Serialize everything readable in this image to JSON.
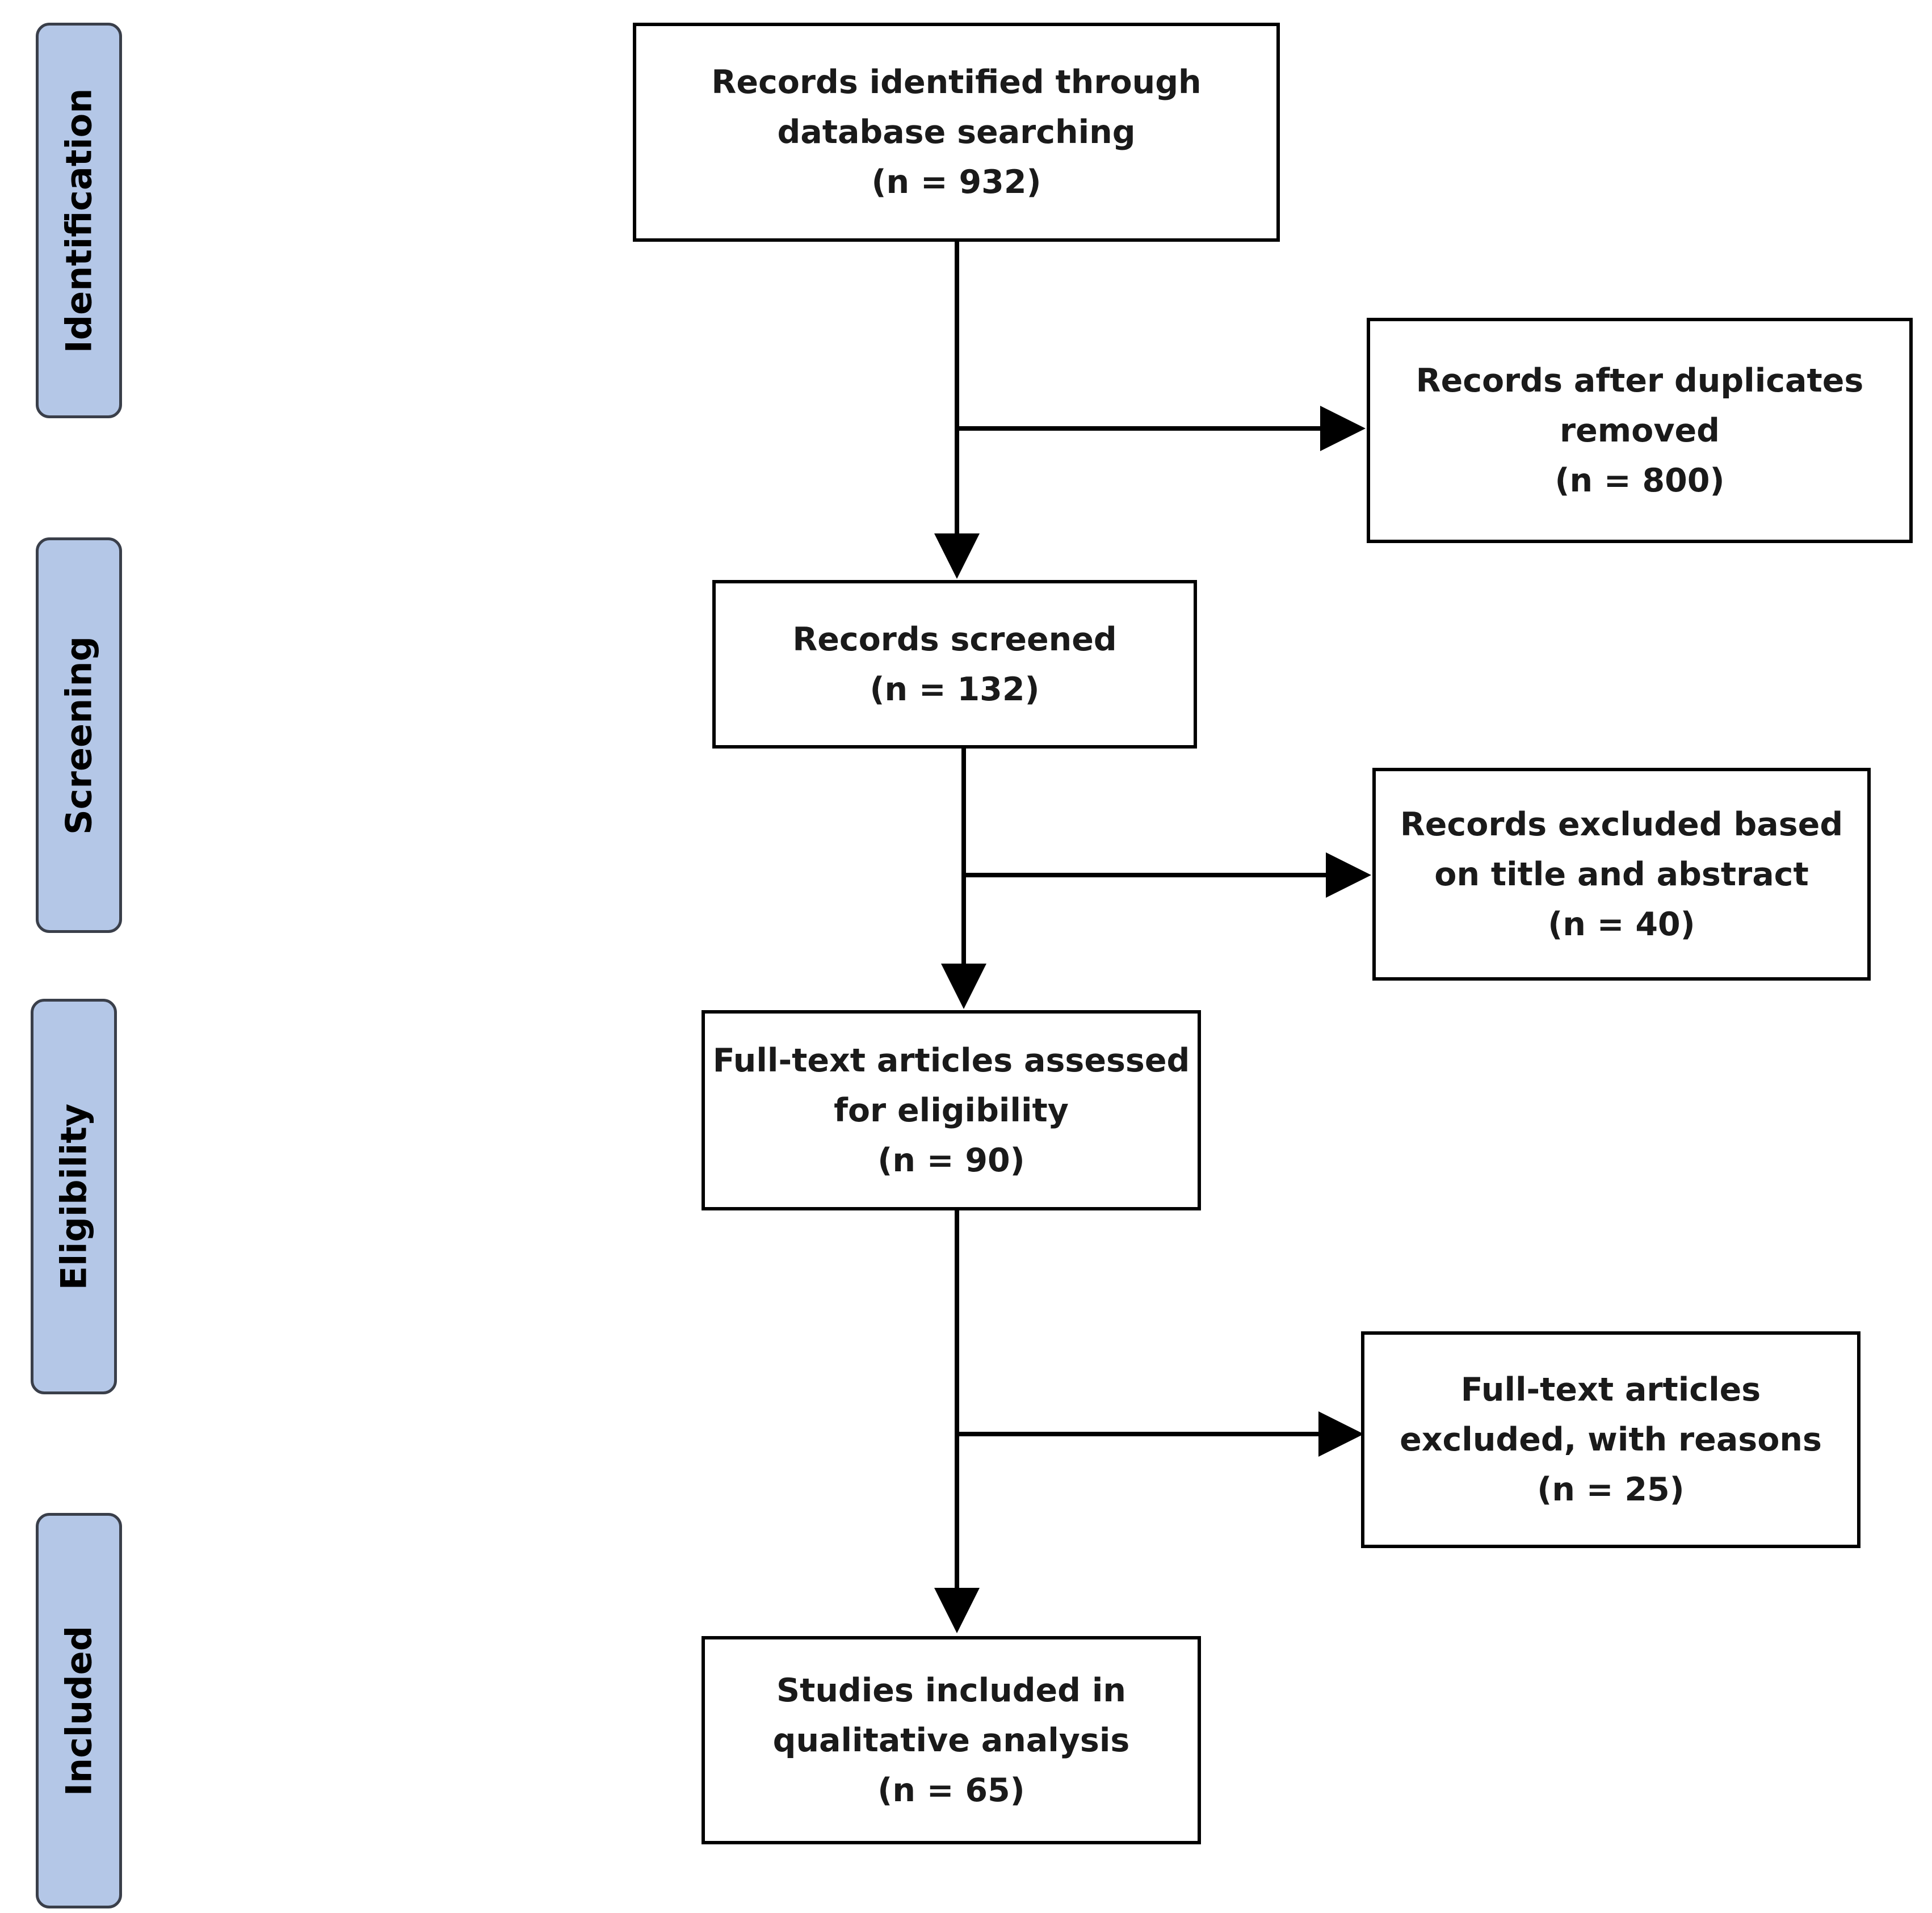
{
  "phases": {
    "identification": "Identification",
    "screening": "Screening",
    "eligibility": "Eligibility",
    "included": "Included"
  },
  "boxes": {
    "identified": {
      "line1": "Records identified through",
      "line2": "database searching",
      "count": "(n = 932)"
    },
    "duplicates_removed": {
      "line1": "Records after duplicates",
      "line2": "removed",
      "count": "(n = 800)"
    },
    "screened": {
      "line1": "Records screened",
      "count": "(n = 132)"
    },
    "excluded_title_abstract": {
      "line1": "Records excluded based",
      "line2": "on title and abstract",
      "count": "(n = 40)"
    },
    "full_text_assessed": {
      "line1": "Full-text articles assessed",
      "line2": "for eligibility",
      "count": "(n = 90)"
    },
    "full_text_excluded": {
      "line1": "Full-text articles",
      "line2": "excluded, with reasons",
      "count": "(n = 25)"
    },
    "included": {
      "line1": "Studies included in",
      "line2": "qualitative analysis",
      "count": "(n = 65)"
    }
  },
  "colors": {
    "phase_fill": "#b4c7e7",
    "phase_border": "#3a3f4a",
    "box_border": "#000000",
    "arrow": "#000000"
  }
}
